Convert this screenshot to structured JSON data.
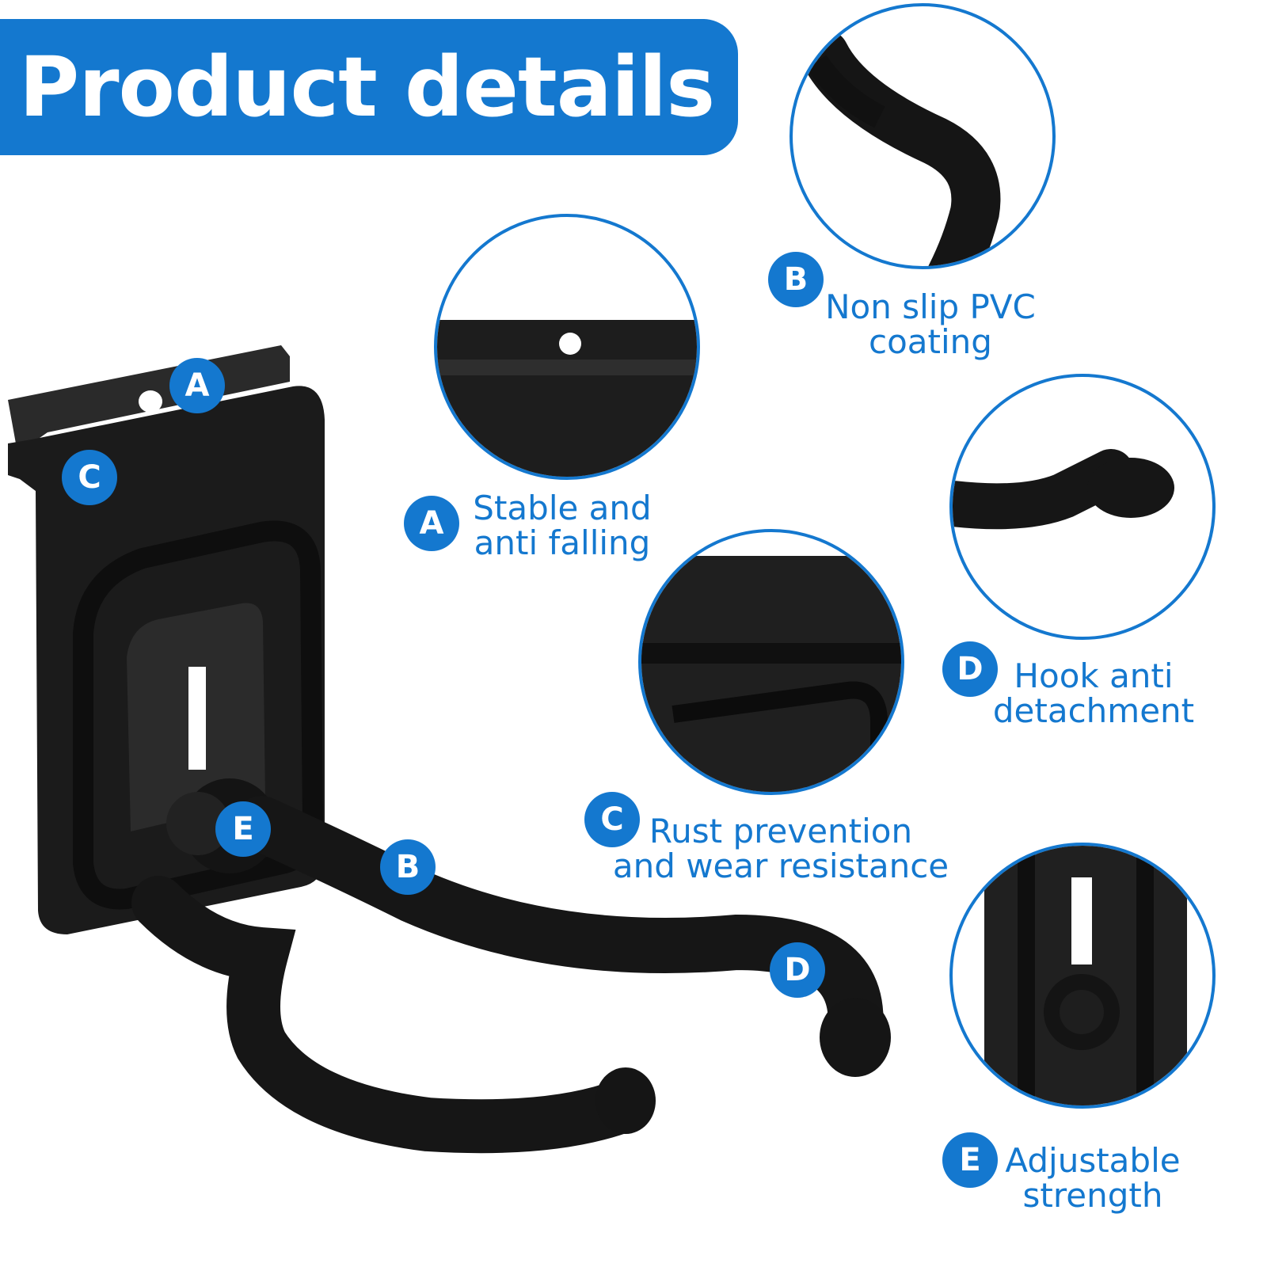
{
  "title": "Product details",
  "colors": {
    "accent": "#1478cf",
    "product": "#1b1b1b",
    "background": "#ffffff"
  },
  "product_badges": [
    {
      "letter": "A",
      "feature": "hole"
    },
    {
      "letter": "C",
      "feature": "plate"
    },
    {
      "letter": "E",
      "feature": "knob"
    },
    {
      "letter": "B",
      "feature": "coating"
    },
    {
      "letter": "D",
      "feature": "hook-tip"
    }
  ],
  "details": {
    "a": {
      "letter": "A",
      "line1": "Stable and",
      "line2": "anti falling"
    },
    "b": {
      "letter": "B",
      "line1": "Non slip PVC",
      "line2": "coating"
    },
    "c": {
      "letter": "C",
      "line1": "Rust prevention",
      "line2": "and wear resistance"
    },
    "d": {
      "letter": "D",
      "line1": "Hook anti",
      "line2": "detachment"
    },
    "e": {
      "letter": "E",
      "line1": "Adjustable",
      "line2": "strength"
    }
  }
}
